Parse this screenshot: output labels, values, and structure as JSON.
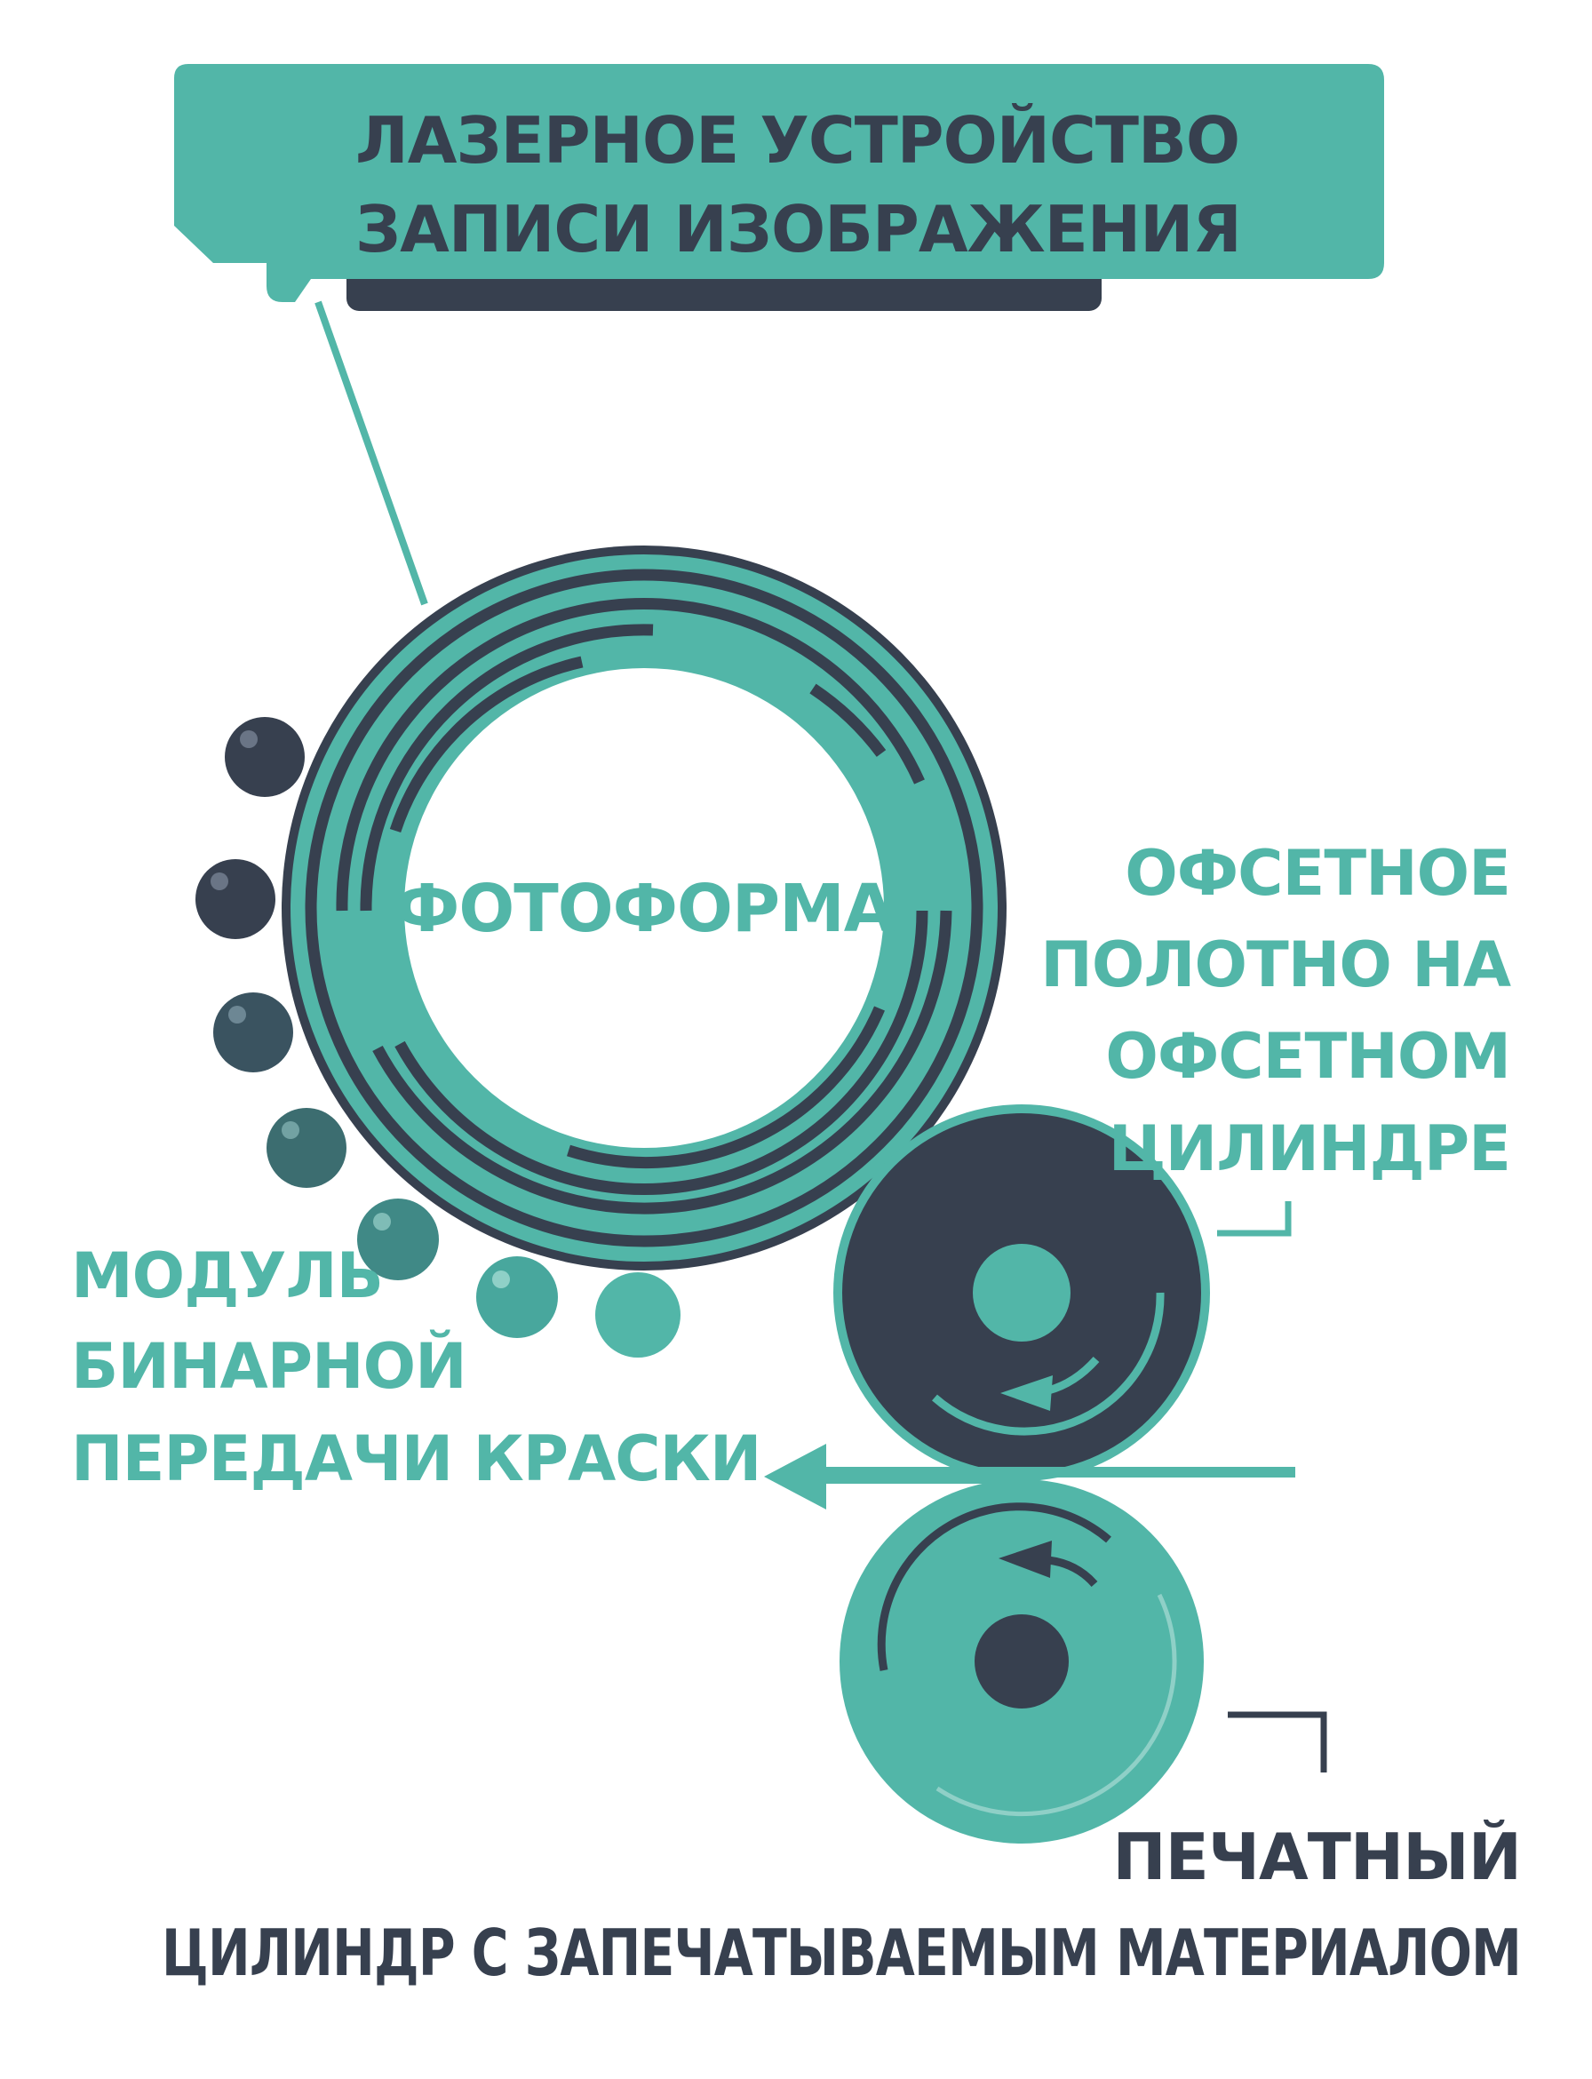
{
  "colors": {
    "teal": "#52b6a8",
    "teal_dark": "#3f9f92",
    "navy": "#37404f",
    "white": "#ffffff"
  },
  "laser_device": {
    "line1": "ЛАЗЕРНОЕ УСТРОЙСТВО",
    "line2": "ЗАПИСИ ИЗОБРАЖЕНИЯ"
  },
  "photoform": {
    "label": "ФОТОФОРМА"
  },
  "ink_module": {
    "line1": "МОДУЛЬ",
    "line2": "БИНАРНОЙ",
    "line3": "ПЕРЕДАЧИ КРАСКИ"
  },
  "offset_blanket": {
    "line1": "ОФСЕТНОЕ",
    "line2": "ПОЛОТНО НА",
    "line3": "ОФСЕТНОМ",
    "line4": "ЦИЛИНДРЕ"
  },
  "impression_cylinder": {
    "line1": "ПЕЧАТНЫЙ",
    "line2": "ЦИЛИНДР С ЗАПЕЧАТЫВАЕМЫМ МАТЕРИАЛОМ"
  }
}
